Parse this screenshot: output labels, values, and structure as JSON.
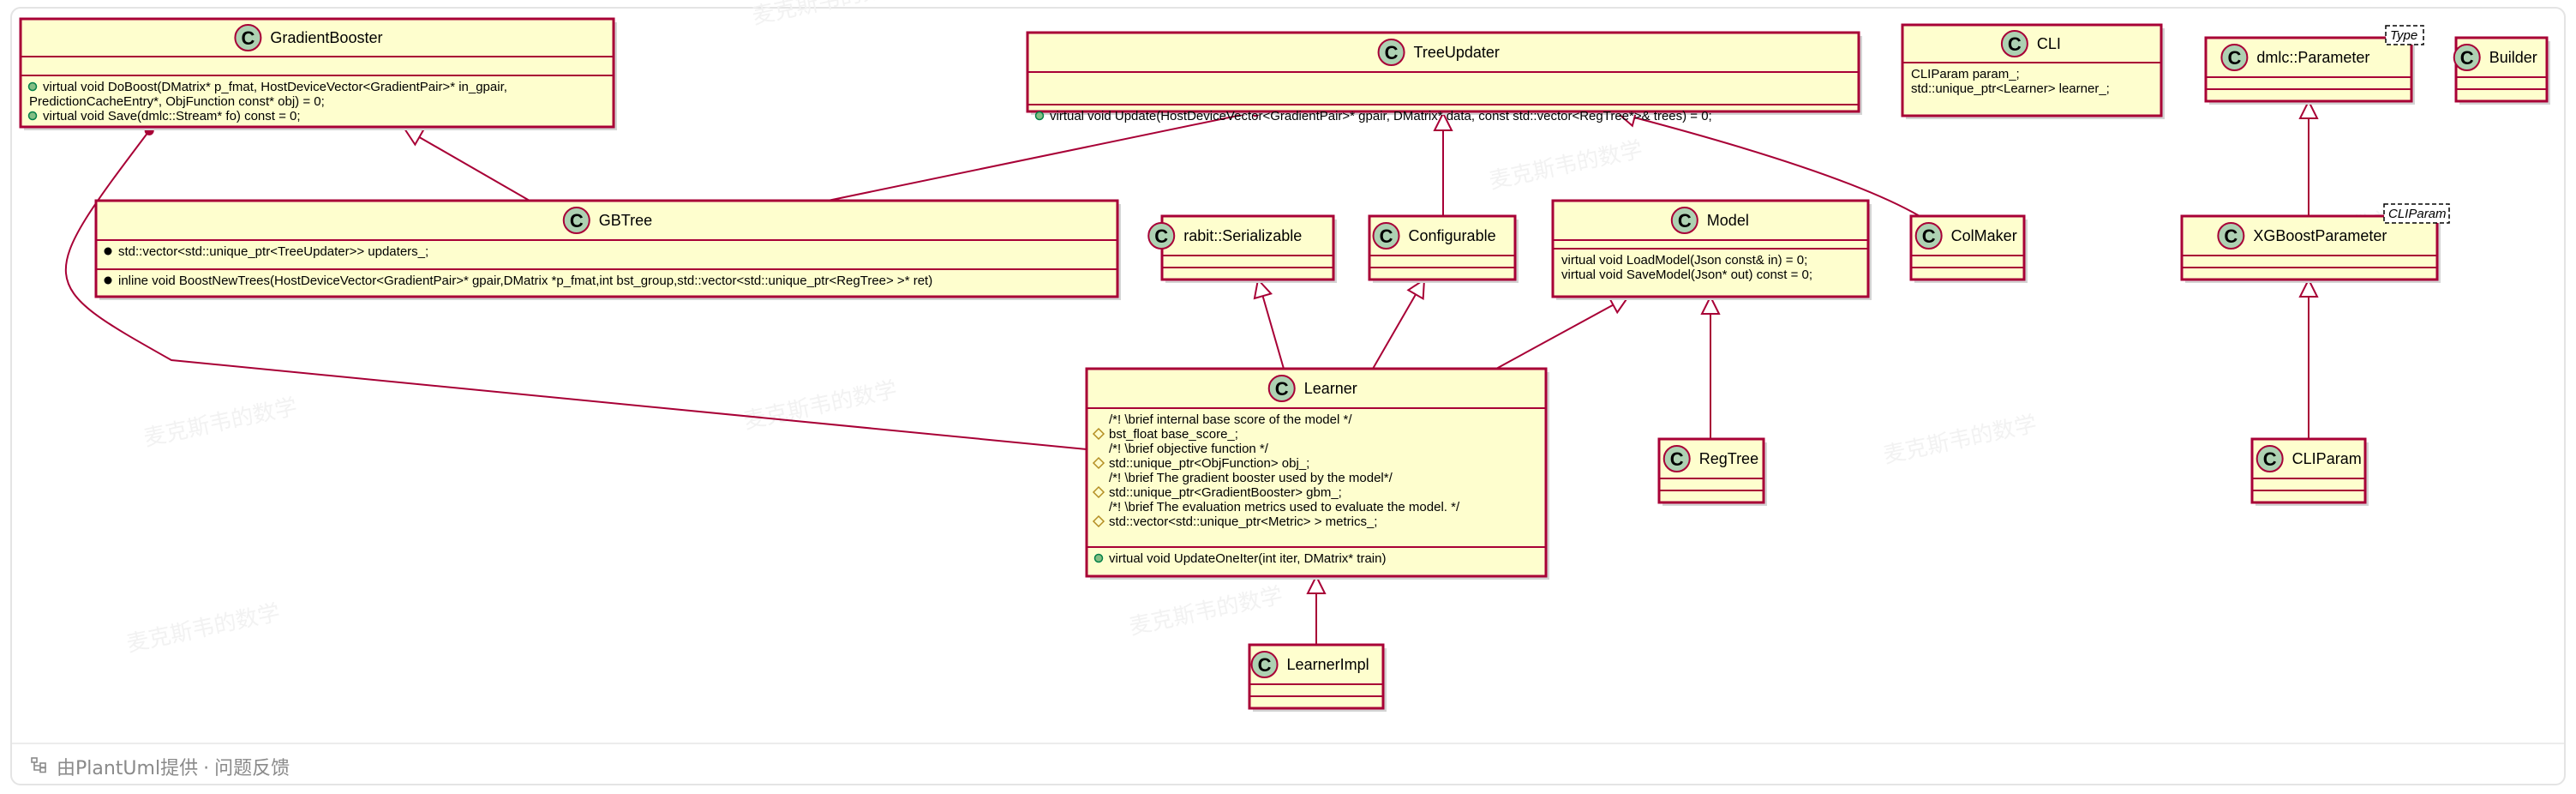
{
  "watermark": "麦克斯韦的数学",
  "colors": {
    "box_fill": "#fefece",
    "border": "#a80036",
    "circle": "#add1b2"
  },
  "classes": [
    {
      "id": "GradientBooster",
      "name": "GradientBooster",
      "template": null,
      "fields": [],
      "methods": [
        {
          "vis": "public",
          "text": "virtual void DoBoost(DMatrix* p_fmat, HostDeviceVector<GradientPair>* in_gpair,"
        },
        {
          "vis": "none",
          "text": "PredictionCacheEntry*, ObjFunction const* obj) = 0;"
        },
        {
          "vis": "public",
          "text": "virtual void Save(dmlc::Stream* fo) const = 0;"
        }
      ]
    },
    {
      "id": "TreeUpdater",
      "name": "TreeUpdater",
      "template": null,
      "fields": [],
      "methods": [
        {
          "vis": "public",
          "text": "virtual void Update(HostDeviceVector<GradientPair>* gpair, DMatrix* data, const std::vector<RegTree*>& trees) = 0;"
        }
      ]
    },
    {
      "id": "CLI",
      "name": "CLI",
      "template": null,
      "plain_name": true,
      "fields": [
        {
          "vis": "none",
          "text": "CLIParam param_;"
        },
        {
          "vis": "none",
          "text": "std::unique_ptr<Learner> learner_;"
        }
      ],
      "methods": []
    },
    {
      "id": "DmlcParameter",
      "name": "dmlc::Parameter",
      "template": "Type",
      "fields": [],
      "methods": []
    },
    {
      "id": "Builder",
      "name": "Builder",
      "template": null,
      "fields": [],
      "methods": []
    },
    {
      "id": "GBTree",
      "name": "GBTree",
      "template": null,
      "fields": [
        {
          "vis": "bullet",
          "text": "std::vector<std::unique_ptr<TreeUpdater>> updaters_;"
        }
      ],
      "methods": [
        {
          "vis": "bullet",
          "text": "inline void BoostNewTrees(HostDeviceVector<GradientPair>* gpair,DMatrix *p_fmat,int bst_group,std::vector<std::unique_ptr<RegTree> >* ret)"
        }
      ]
    },
    {
      "id": "Serializable",
      "name": "rabit::Serializable",
      "template": null,
      "fields": [],
      "methods": []
    },
    {
      "id": "Configurable",
      "name": "Configurable",
      "template": null,
      "fields": [],
      "methods": []
    },
    {
      "id": "Model",
      "name": "Model",
      "template": null,
      "fields": [],
      "methods": [
        {
          "vis": "none",
          "text": "virtual void LoadModel(Json const& in) = 0;"
        },
        {
          "vis": "none",
          "text": "virtual void SaveModel(Json* out) const = 0;"
        }
      ]
    },
    {
      "id": "ColMaker",
      "name": "ColMaker",
      "template": null,
      "fields": [],
      "methods": []
    },
    {
      "id": "XGBoostParameter",
      "name": "XGBoostParameter",
      "template": "CLIParam",
      "fields": [],
      "methods": []
    },
    {
      "id": "Learner",
      "name": "Learner",
      "template": null,
      "fields": [
        {
          "vis": "none",
          "text": "/*! \\brief internal base score of the model */"
        },
        {
          "vis": "protected",
          "text": "bst_float base_score_;"
        },
        {
          "vis": "none",
          "text": "/*! \\brief objective function */"
        },
        {
          "vis": "protected",
          "text": "std::unique_ptr<ObjFunction> obj_;"
        },
        {
          "vis": "none",
          "text": "/*! \\brief The gradient booster used by the model*/"
        },
        {
          "vis": "protected",
          "text": "std::unique_ptr<GradientBooster> gbm_;"
        },
        {
          "vis": "none",
          "text": "/*! \\brief The evaluation metrics used to evaluate the model. */"
        },
        {
          "vis": "protected",
          "text": "std::vector<std::unique_ptr<Metric> > metrics_;"
        }
      ],
      "methods": [
        {
          "vis": "public",
          "text": "virtual void UpdateOneIter(int iter, DMatrix* train)"
        }
      ]
    },
    {
      "id": "RegTree",
      "name": "RegTree",
      "template": null,
      "fields": [],
      "methods": []
    },
    {
      "id": "CLIParam",
      "name": "CLIParam",
      "template": null,
      "fields": [],
      "methods": []
    },
    {
      "id": "LearnerImpl",
      "name": "LearnerImpl",
      "template": null,
      "fields": [],
      "methods": []
    }
  ],
  "relations": [
    {
      "type": "extends",
      "from": "GBTree",
      "to": "GradientBooster"
    },
    {
      "type": "composition",
      "from": "GBTree",
      "to": "TreeUpdater"
    },
    {
      "type": "extends",
      "from": "Configurable",
      "to": "TreeUpdater"
    },
    {
      "type": "extends",
      "from": "ColMaker",
      "to": "TreeUpdater"
    },
    {
      "type": "composition",
      "from": "Learner",
      "to": "GradientBooster"
    },
    {
      "type": "extends",
      "from": "Learner",
      "to": "Serializable"
    },
    {
      "type": "extends",
      "from": "Learner",
      "to": "Configurable"
    },
    {
      "type": "extends",
      "from": "Learner",
      "to": "Model"
    },
    {
      "type": "extends",
      "from": "RegTree",
      "to": "Model"
    },
    {
      "type": "extends",
      "from": "LearnerImpl",
      "to": "Learner"
    },
    {
      "type": "extends",
      "from": "XGBoostParameter",
      "to": "DmlcParameter"
    },
    {
      "type": "extends",
      "from": "CLIParam",
      "to": "XGBoostParameter"
    }
  ],
  "footer": {
    "provider": "由PlantUml提供",
    "separator": "·",
    "feedback": "问题反馈"
  }
}
